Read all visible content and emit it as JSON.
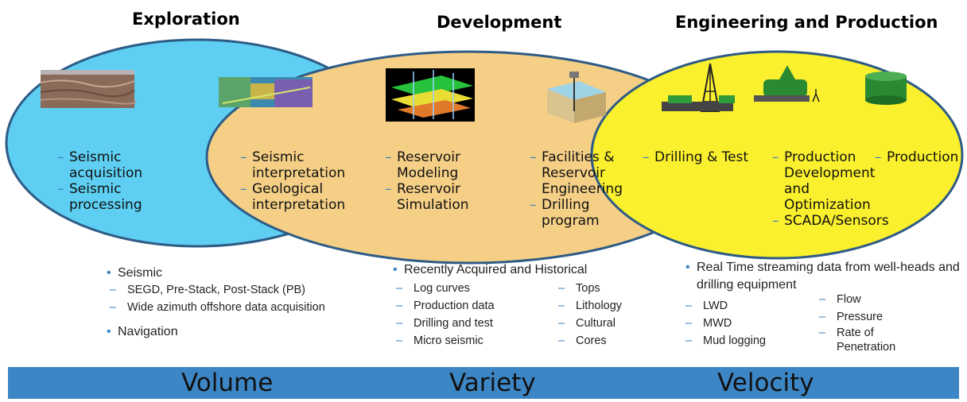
{
  "headers": {
    "exploration": "Exploration",
    "development": "Development",
    "engineering": "Engineering and Production"
  },
  "ellipse_text": {
    "exploration": [
      "Seismic acquisition",
      "Seismic processing"
    ],
    "development_col1": [
      "Seismic interpretation",
      "Geological interpretation"
    ],
    "development_col2": [
      "Reservoir Modeling",
      "Reservoir Simulation"
    ],
    "development_col3": [
      "Facilities & Reservoir Engineering",
      "Drilling program"
    ],
    "eng_col1": [
      "Drilling & Test"
    ],
    "eng_col2": [
      "Production Development and Optimization",
      "SCADA/Sensors"
    ],
    "eng_col3": [
      "Production"
    ]
  },
  "lists": {
    "volume": {
      "seismic": "Seismic",
      "seismic_sub": [
        "SEGD, Pre-Stack, Post-Stack (PB)",
        "Wide azimuth offshore data acquisition"
      ],
      "navigation": "Navigation"
    },
    "variety": {
      "heading": "Recently Acquired and Historical",
      "col1": [
        "Log curves",
        "Production data",
        "Drilling and test",
        "Micro seismic"
      ],
      "col2": [
        "Tops",
        "Lithology",
        "Cultural",
        "Cores"
      ]
    },
    "velocity": {
      "heading": "Real Time streaming data from well-heads and drilling equipment",
      "col1": [
        "LWD",
        "MWD",
        "Mud  logging"
      ],
      "col2": [
        "Flow",
        "Pressure",
        "Rate of Penetration"
      ]
    }
  },
  "bar": {
    "volume": "Volume",
    "variety": "Variety",
    "velocity": "Velocity"
  },
  "colors": {
    "exploration_fill": "#5ecff2",
    "development_fill": "#f5cf86",
    "engineering_fill": "#fbf02d",
    "ellipse_stroke": "#2e5b85",
    "bar": "#3d86c5",
    "dash": "#3a7fc1"
  }
}
